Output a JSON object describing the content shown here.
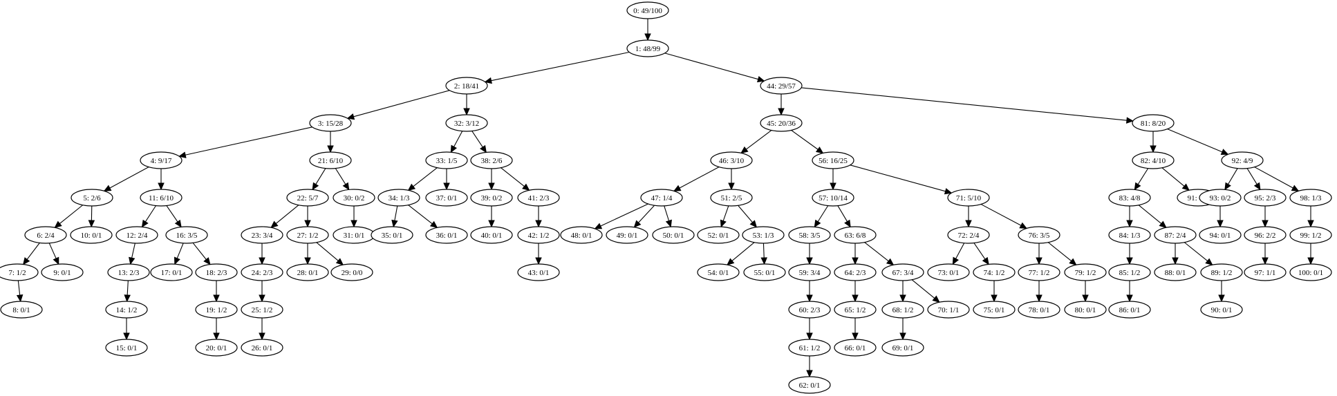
{
  "tree": {
    "nodes": [
      {
        "id": 0,
        "label": "0: 49/100"
      },
      {
        "id": 1,
        "label": "1: 48/99"
      },
      {
        "id": 2,
        "label": "2: 18/41"
      },
      {
        "id": 3,
        "label": "3: 15/28"
      },
      {
        "id": 4,
        "label": "4: 9/17"
      },
      {
        "id": 5,
        "label": "5: 2/6"
      },
      {
        "id": 6,
        "label": "6: 2/4"
      },
      {
        "id": 7,
        "label": "7: 1/2"
      },
      {
        "id": 8,
        "label": "8: 0/1"
      },
      {
        "id": 9,
        "label": "9: 0/1"
      },
      {
        "id": 10,
        "label": "10: 0/1"
      },
      {
        "id": 11,
        "label": "11: 6/10"
      },
      {
        "id": 12,
        "label": "12: 2/4"
      },
      {
        "id": 13,
        "label": "13: 2/3"
      },
      {
        "id": 14,
        "label": "14: 1/2"
      },
      {
        "id": 15,
        "label": "15: 0/1"
      },
      {
        "id": 16,
        "label": "16: 3/5"
      },
      {
        "id": 17,
        "label": "17: 0/1"
      },
      {
        "id": 18,
        "label": "18: 2/3"
      },
      {
        "id": 19,
        "label": "19: 1/2"
      },
      {
        "id": 20,
        "label": "20: 0/1"
      },
      {
        "id": 21,
        "label": "21: 6/10"
      },
      {
        "id": 22,
        "label": "22: 5/7"
      },
      {
        "id": 23,
        "label": "23: 3/4"
      },
      {
        "id": 24,
        "label": "24: 2/3"
      },
      {
        "id": 25,
        "label": "25: 1/2"
      },
      {
        "id": 26,
        "label": "26: 0/1"
      },
      {
        "id": 27,
        "label": "27: 1/2"
      },
      {
        "id": 28,
        "label": "28: 0/1"
      },
      {
        "id": 29,
        "label": "29: 0/0"
      },
      {
        "id": 30,
        "label": "30: 0/2"
      },
      {
        "id": 31,
        "label": "31: 0/1"
      },
      {
        "id": 32,
        "label": "32: 3/12"
      },
      {
        "id": 33,
        "label": "33: 1/5"
      },
      {
        "id": 34,
        "label": "34: 1/3"
      },
      {
        "id": 35,
        "label": "35: 0/1"
      },
      {
        "id": 36,
        "label": "36: 0/1"
      },
      {
        "id": 37,
        "label": "37: 0/1"
      },
      {
        "id": 38,
        "label": "38: 2/6"
      },
      {
        "id": 39,
        "label": "39: 0/2"
      },
      {
        "id": 40,
        "label": "40: 0/1"
      },
      {
        "id": 41,
        "label": "41: 2/3"
      },
      {
        "id": 42,
        "label": "42: 1/2"
      },
      {
        "id": 43,
        "label": "43: 0/1"
      },
      {
        "id": 44,
        "label": "44: 29/57"
      },
      {
        "id": 45,
        "label": "45: 20/36"
      },
      {
        "id": 46,
        "label": "46: 3/10"
      },
      {
        "id": 47,
        "label": "47: 1/4"
      },
      {
        "id": 48,
        "label": "48: 0/1"
      },
      {
        "id": 49,
        "label": "49: 0/1"
      },
      {
        "id": 50,
        "label": "50: 0/1"
      },
      {
        "id": 51,
        "label": "51: 2/5"
      },
      {
        "id": 52,
        "label": "52: 0/1"
      },
      {
        "id": 53,
        "label": "53: 1/3"
      },
      {
        "id": 54,
        "label": "54: 0/1"
      },
      {
        "id": 55,
        "label": "55: 0/1"
      },
      {
        "id": 56,
        "label": "56: 16/25"
      },
      {
        "id": 57,
        "label": "57: 10/14"
      },
      {
        "id": 58,
        "label": "58: 3/5"
      },
      {
        "id": 59,
        "label": "59: 3/4"
      },
      {
        "id": 60,
        "label": "60: 2/3"
      },
      {
        "id": 61,
        "label": "61: 1/2"
      },
      {
        "id": 62,
        "label": "62: 0/1"
      },
      {
        "id": 63,
        "label": "63: 6/8"
      },
      {
        "id": 64,
        "label": "64: 2/3"
      },
      {
        "id": 65,
        "label": "65: 1/2"
      },
      {
        "id": 66,
        "label": "66: 0/1"
      },
      {
        "id": 67,
        "label": "67: 3/4"
      },
      {
        "id": 68,
        "label": "68: 1/2"
      },
      {
        "id": 69,
        "label": "69: 0/1"
      },
      {
        "id": 70,
        "label": "70: 1/1"
      },
      {
        "id": 71,
        "label": "71: 5/10"
      },
      {
        "id": 72,
        "label": "72: 2/4"
      },
      {
        "id": 73,
        "label": "73: 0/1"
      },
      {
        "id": 74,
        "label": "74: 1/2"
      },
      {
        "id": 75,
        "label": "75: 0/1"
      },
      {
        "id": 76,
        "label": "76: 3/5"
      },
      {
        "id": 77,
        "label": "77: 1/2"
      },
      {
        "id": 78,
        "label": "78: 0/1"
      },
      {
        "id": 79,
        "label": "79: 1/2"
      },
      {
        "id": 80,
        "label": "80: 0/1"
      },
      {
        "id": 81,
        "label": "81: 8/20"
      },
      {
        "id": 82,
        "label": "82: 4/10"
      },
      {
        "id": 83,
        "label": "83: 4/8"
      },
      {
        "id": 84,
        "label": "84: 1/3"
      },
      {
        "id": 85,
        "label": "85: 1/2"
      },
      {
        "id": 86,
        "label": "86: 0/1"
      },
      {
        "id": 87,
        "label": "87: 2/4"
      },
      {
        "id": 88,
        "label": "88: 0/1"
      },
      {
        "id": 89,
        "label": "89: 1/2"
      },
      {
        "id": 90,
        "label": "90: 0/1"
      },
      {
        "id": 91,
        "label": "91: 0/1"
      },
      {
        "id": 92,
        "label": "92: 4/9"
      },
      {
        "id": 93,
        "label": "93: 0/2"
      },
      {
        "id": 94,
        "label": "94: 0/1"
      },
      {
        "id": 95,
        "label": "95: 2/3"
      },
      {
        "id": 96,
        "label": "96: 2/2"
      },
      {
        "id": 97,
        "label": "97: 1/1"
      },
      {
        "id": 98,
        "label": "98: 1/3"
      },
      {
        "id": 99,
        "label": "99: 1/2"
      },
      {
        "id": 100,
        "label": "100: 0/1"
      }
    ],
    "edges": [
      [
        0,
        1
      ],
      [
        1,
        2
      ],
      [
        1,
        44
      ],
      [
        2,
        3
      ],
      [
        2,
        32
      ],
      [
        3,
        4
      ],
      [
        3,
        21
      ],
      [
        4,
        5
      ],
      [
        4,
        11
      ],
      [
        5,
        6
      ],
      [
        5,
        10
      ],
      [
        6,
        7
      ],
      [
        6,
        9
      ],
      [
        7,
        8
      ],
      [
        11,
        12
      ],
      [
        11,
        16
      ],
      [
        12,
        13
      ],
      [
        13,
        14
      ],
      [
        14,
        15
      ],
      [
        16,
        17
      ],
      [
        16,
        18
      ],
      [
        18,
        19
      ],
      [
        19,
        20
      ],
      [
        21,
        22
      ],
      [
        21,
        30
      ],
      [
        22,
        23
      ],
      [
        22,
        27
      ],
      [
        23,
        24
      ],
      [
        24,
        25
      ],
      [
        25,
        26
      ],
      [
        27,
        28
      ],
      [
        27,
        29
      ],
      [
        30,
        31
      ],
      [
        32,
        33
      ],
      [
        32,
        38
      ],
      [
        33,
        34
      ],
      [
        33,
        37
      ],
      [
        34,
        35
      ],
      [
        34,
        36
      ],
      [
        38,
        39
      ],
      [
        38,
        41
      ],
      [
        39,
        40
      ],
      [
        41,
        42
      ],
      [
        42,
        43
      ],
      [
        44,
        45
      ],
      [
        44,
        81
      ],
      [
        45,
        46
      ],
      [
        45,
        56
      ],
      [
        46,
        47
      ],
      [
        46,
        51
      ],
      [
        47,
        48
      ],
      [
        47,
        49
      ],
      [
        47,
        50
      ],
      [
        51,
        52
      ],
      [
        51,
        53
      ],
      [
        53,
        54
      ],
      [
        53,
        55
      ],
      [
        56,
        57
      ],
      [
        56,
        71
      ],
      [
        57,
        58
      ],
      [
        57,
        63
      ],
      [
        58,
        59
      ],
      [
        59,
        60
      ],
      [
        60,
        61
      ],
      [
        61,
        62
      ],
      [
        63,
        64
      ],
      [
        63,
        67
      ],
      [
        64,
        65
      ],
      [
        65,
        66
      ],
      [
        67,
        68
      ],
      [
        67,
        70
      ],
      [
        68,
        69
      ],
      [
        71,
        72
      ],
      [
        71,
        76
      ],
      [
        72,
        73
      ],
      [
        72,
        74
      ],
      [
        74,
        75
      ],
      [
        76,
        77
      ],
      [
        76,
        79
      ],
      [
        77,
        78
      ],
      [
        79,
        80
      ],
      [
        81,
        82
      ],
      [
        81,
        92
      ],
      [
        82,
        83
      ],
      [
        82,
        91
      ],
      [
        83,
        84
      ],
      [
        83,
        87
      ],
      [
        84,
        85
      ],
      [
        85,
        86
      ],
      [
        87,
        88
      ],
      [
        87,
        89
      ],
      [
        89,
        90
      ],
      [
        92,
        93
      ],
      [
        92,
        95
      ],
      [
        92,
        98
      ],
      [
        93,
        94
      ],
      [
        95,
        96
      ],
      [
        96,
        97
      ],
      [
        98,
        99
      ],
      [
        99,
        100
      ]
    ]
  }
}
